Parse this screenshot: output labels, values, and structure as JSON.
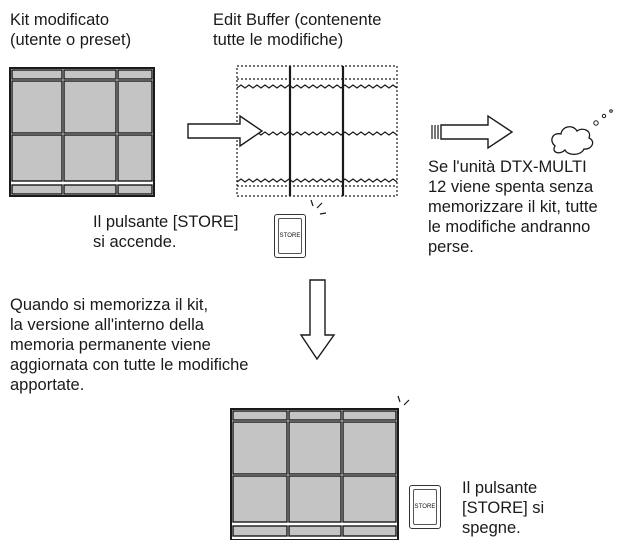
{
  "labels": {
    "kit_modified": "Kit modificato\n(utente o preset)",
    "edit_buffer": "Edit Buffer (contenente\ntutte le modifiche)",
    "store_lights": "Il pulsante [STORE]\nsi accende.",
    "power_off_warning": "Se l'unità DTX-MULTI\n12 viene spenta senza\nmemorizzare il kit, tutte\nle modifiche andranno\nperse.",
    "store_explanation": "Quando si memorizza il kit,\nla versione all'interno della\nmemoria permanente viene\naggiornata con tutte le modifiche\napportate.",
    "store_off": "Il pulsante\n[STORE] si\nspegne."
  },
  "store_button": {
    "label": "STORE"
  },
  "icons": [
    "right-arrow-icon",
    "down-arrow-icon",
    "thought-bubble-icon",
    "light-rays-icon"
  ],
  "colors": {
    "cell_fill": "#c4c4c4",
    "frame": "#1a1a1a",
    "text": "#1a1a1a",
    "background": "#ffffff"
  }
}
